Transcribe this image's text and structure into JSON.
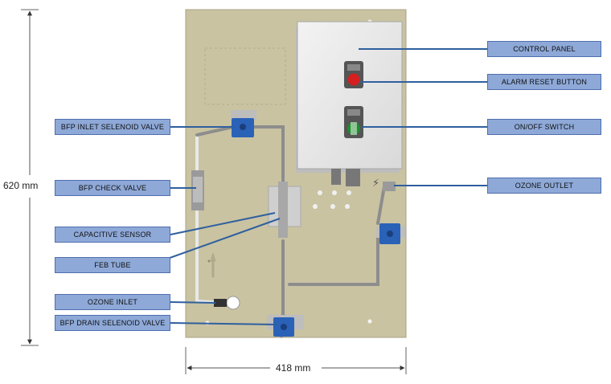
{
  "dimensions": {
    "height": "620 mm",
    "width": "418 mm"
  },
  "colors": {
    "callout_fill": "#8ea9d8",
    "callout_border": "#4f6fae",
    "leader_line": "#2f5f9e",
    "panel": "#c9c3a2",
    "enclosure": "#ebebeb",
    "valve_blue": "#2a62b8"
  },
  "labels": {
    "control_panel": "CONTROL PANEL",
    "alarm_reset_button": "ALARM RESET BUTTON",
    "on_off_switch": "ON/OFF SWITCH",
    "ozone_outlet": "OZONE OUTLET",
    "bfp_inlet_solenoid_valve": "BFP INLET SELENOID VALVE",
    "bfp_check_valve": "BFP CHECK VALVE",
    "capacitive_sensor": "CAPACITIVE SENSOR",
    "feb_tube": "FEB TUBE",
    "ozone_inlet": "OZONE INLET",
    "bfp_drain_solenoid_valve": "BFP DRAIN SELENOID VALVE"
  }
}
